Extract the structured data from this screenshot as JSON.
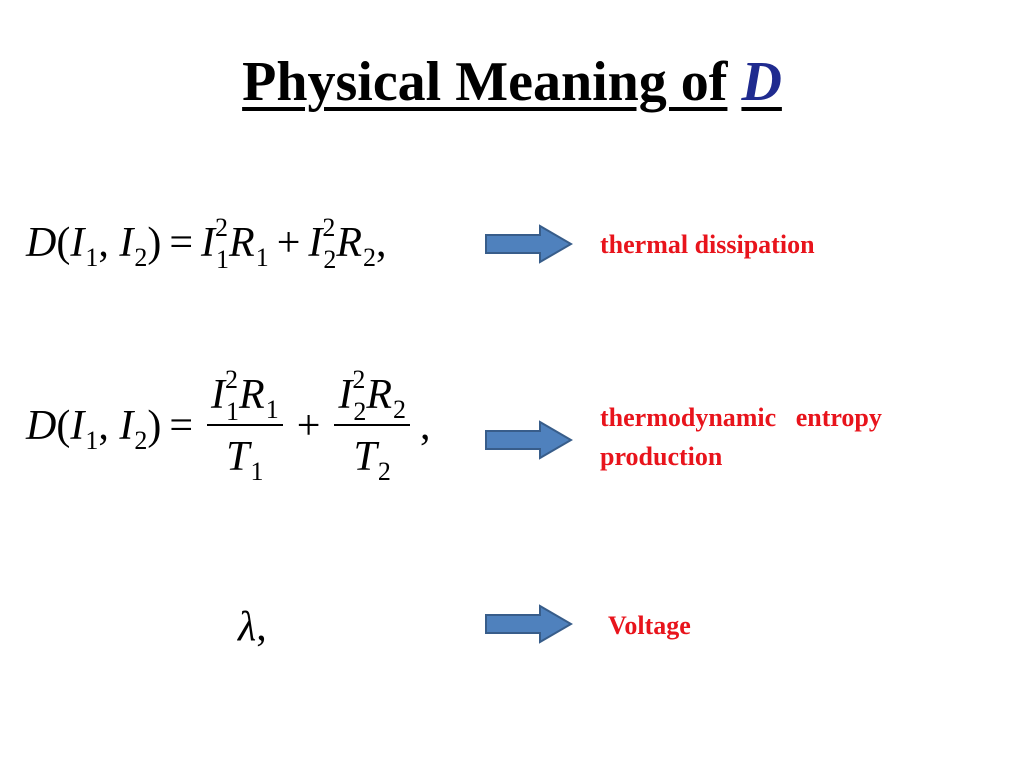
{
  "slide": {
    "title_text": "Physical Meaning of",
    "title_symbol": "D"
  },
  "rows": [
    {
      "lhs_D": "D",
      "lhs_open": "(",
      "lhs_I1": "I",
      "lhs_s1": "1",
      "lhs_comma": ",",
      "lhs_I2": "I",
      "lhs_s2": "2",
      "lhs_close": ")",
      "eq": "=",
      "t1_I": "I",
      "t1_sup": "2",
      "t1_sub": "1",
      "t1_R": "R",
      "t1_Rsub": "1",
      "plus": "+",
      "t2_I": "I",
      "t2_sup": "2",
      "t2_sub": "2",
      "t2_R": "R",
      "t2_Rsub": "2",
      "end": ",",
      "label": "thermal dissipation"
    },
    {
      "lhs_D": "D",
      "lhs_open": "(",
      "lhs_I1": "I",
      "lhs_s1": "1",
      "lhs_comma": ",",
      "lhs_I2": "I",
      "lhs_s2": "2",
      "lhs_close": ")",
      "eq": "=",
      "f1_I": "I",
      "f1_sup": "2",
      "f1_sub": "1",
      "f1_R": "R",
      "f1_Rsub": "1",
      "f1_T": "T",
      "f1_Tsub": "1",
      "plus": "+",
      "f2_I": "I",
      "f2_sup": "2",
      "f2_sub": "2",
      "f2_R": "R",
      "f2_Rsub": "2",
      "f2_T": "T",
      "f2_Tsub": "2",
      "end": ",",
      "label_line1": "thermodynamic   entropy",
      "label_line2": "production"
    },
    {
      "lambda": "λ",
      "end": ",",
      "label": "Voltage"
    }
  ],
  "colors": {
    "arrow_fill": "#4f81bd",
    "arrow_stroke": "#385d8a",
    "label": "#e8141c",
    "title_symbol": "#1f2b8f"
  }
}
